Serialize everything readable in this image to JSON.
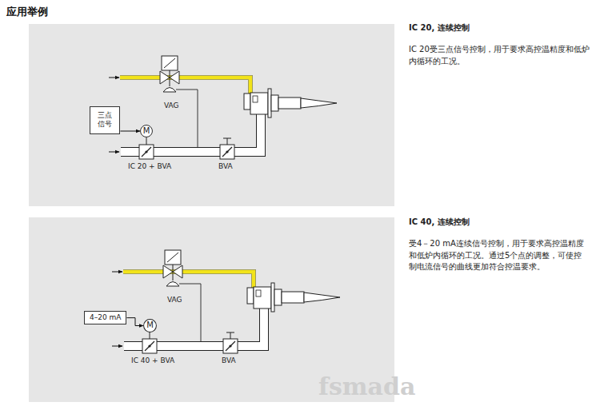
{
  "diagram": {
    "title": "应用举例",
    "nodes": [
      {
        "text": [
          "三点信号"
        ]
      },
      {
        "text": [
          "M"
        ]
      },
      {
        "text": [
          "4–20 mA"
        ]
      },
      {
        "text": [
          "M"
        ]
      }
    ],
    "edges": [
      {
        "from": 0,
        "to": 1,
        "arrow": "to"
      },
      {
        "from": 2,
        "to": 3,
        "arrow": "to"
      }
    ],
    "labels": [
      "VAG",
      "IC 20 + BVA",
      "BVA",
      "VAG",
      "IC 40 + BVA",
      "BVA",
      "IC 20, 连续控制",
      "IC 20受三点信号控制，用于要求高控温精度和低炉内循环的工况。",
      "IC 40, 连续控制",
      "受4－20 mA连续信号控制，用于要求高控温精度和低炉内循环的工况。通过5个点的调整，可使控制电流信号的曲线更加符合控温要求。",
      "fsmada"
    ]
  }
}
